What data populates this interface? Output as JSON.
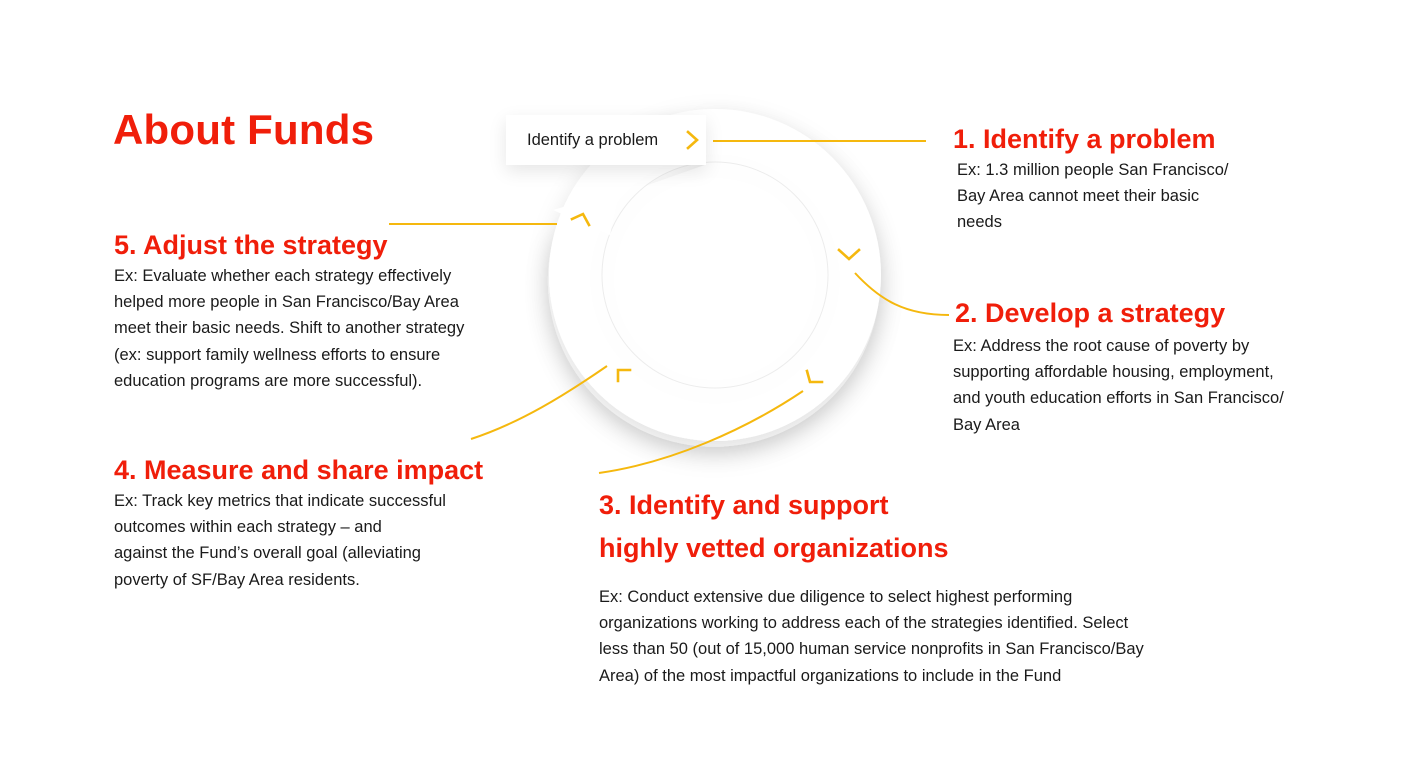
{
  "page": {
    "title": "About Funds"
  },
  "cycle": {
    "start_label": "Identify a problem"
  },
  "steps": [
    {
      "title": "1. Identify a problem",
      "lines": [
        "Ex: 1.3 million people San Francisco/",
        "Bay Area cannot meet their basic",
        "needs"
      ]
    },
    {
      "title": "2. Develop a strategy",
      "lines": [
        "Ex: Address the root cause of poverty by",
        "supporting  affordable housing, employment,",
        "and youth education efforts in San Francisco/",
        "Bay Area"
      ]
    },
    {
      "title_lines": [
        "3. Identify and support",
        "highly vetted organizations"
      ],
      "lines": [
        "Ex: Conduct extensive due diligence to select highest performing",
        "organizations working to address each of the strategies identified. Select",
        "less than 50 (out of 15,000 human service nonprofits in San Francisco/Bay",
        "Area) of the most impactful organizations to include in the Fund"
      ]
    },
    {
      "title": "4. Measure and share impact",
      "lines": [
        "Ex: Track key metrics that indicate successful",
        "outcomes within each strategy – and",
        "against the Fund’s overall goal (alleviating",
        "poverty of SF/Bay Area residents."
      ]
    },
    {
      "title": "5. Adjust the strategy",
      "lines": [
        "Ex: Evaluate whether each strategy effectively",
        "helped more people in San Francisco/Bay Area",
        "meet their basic needs. Shift to another strategy",
        "(ex: support family wellness efforts to ensure",
        "education programs are more successful)."
      ]
    }
  ],
  "colors": {
    "accent": "#f01e0a",
    "connector": "#f5b80e",
    "ring": "#ffffff"
  }
}
